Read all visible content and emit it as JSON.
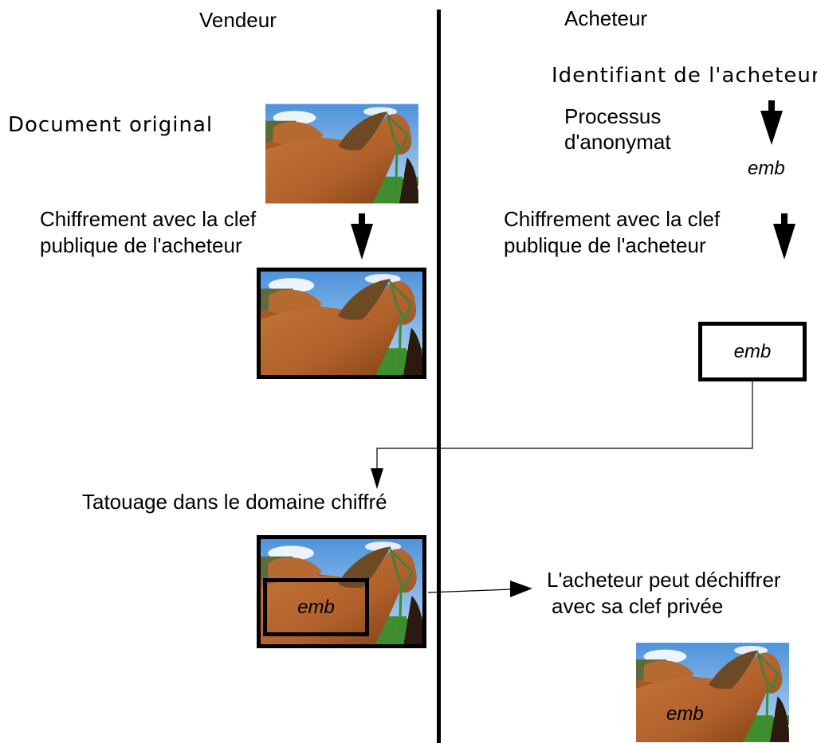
{
  "columns": {
    "seller": "Vendeur",
    "buyer": "Acheteur"
  },
  "seller": {
    "original_document": "Document original",
    "encryption": [
      "Chiffrement avec la clef",
      "publique de l'acheteur"
    ],
    "watermarking": "Tatouage dans le domaine chiffré",
    "embedded_label": "emb"
  },
  "buyer": {
    "identifier": "Identifiant de l'acheteur",
    "anonymity_process": [
      "Processus",
      "d'anonymat"
    ],
    "emb_value": "emb",
    "encryption": [
      "Chiffrement avec la clef",
      "publique de l'acheteur"
    ],
    "encrypted_emb": "emb",
    "decrypt": [
      "L'acheteur peut déchiffrer",
      "avec sa clef privée"
    ],
    "decrypted_emb": "emb"
  },
  "colors": {
    "sky": "#5b9fe0",
    "horse": "#b5642a",
    "mane": "#6e4a24",
    "grass": "#3f8e2e",
    "frame": "#000000"
  }
}
